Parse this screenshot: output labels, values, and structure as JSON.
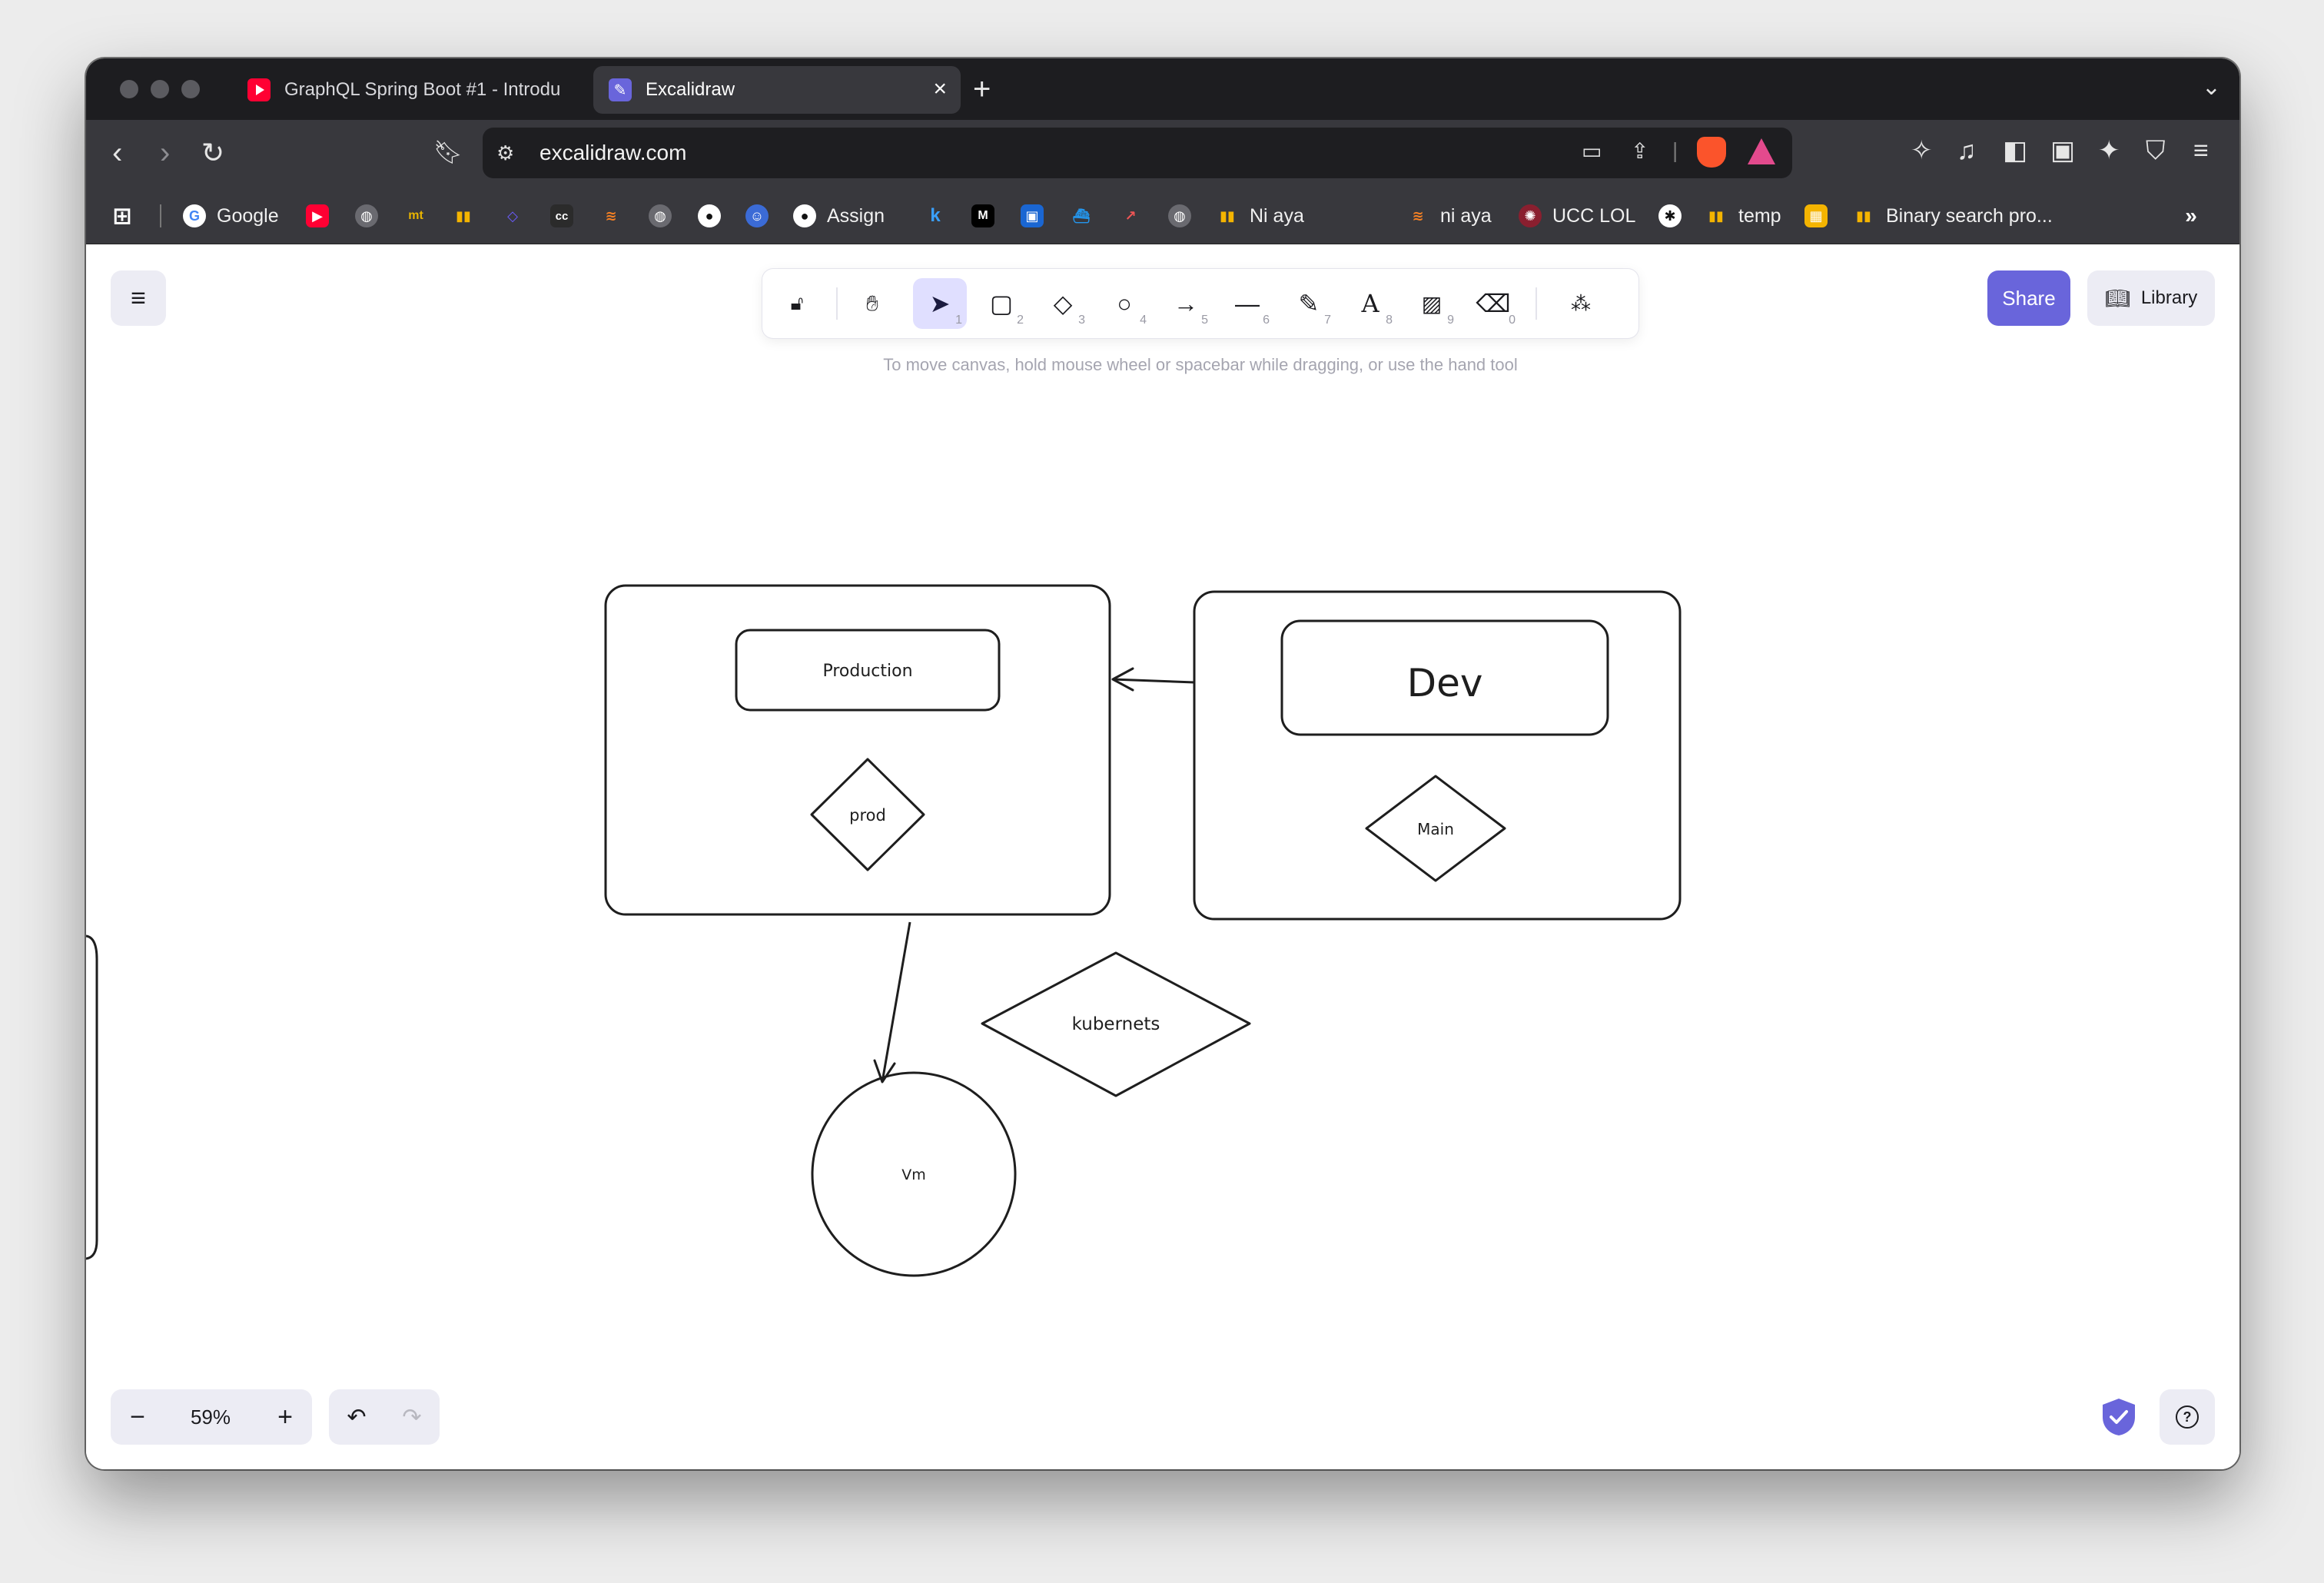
{
  "browser": {
    "tabs": [
      {
        "title": "GraphQL Spring Boot #1 - Introdu",
        "active": false,
        "favicon": "youtube-icon"
      },
      {
        "title": "Excalidraw",
        "active": true,
        "favicon": "excalidraw-icon"
      }
    ],
    "url": "excalidraw.com",
    "bookmarks": [
      {
        "label": "Google"
      },
      {
        "label": "Assign"
      },
      {
        "label": "Ni aya"
      },
      {
        "label": "ni aya"
      },
      {
        "label": "UCC LOL"
      },
      {
        "label": "temp"
      },
      {
        "label": "Binary search pro..."
      }
    ]
  },
  "app": {
    "share_label": "Share",
    "library_label": "Library",
    "hint": "To move canvas, hold mouse wheel or spacebar while dragging, or use the hand tool",
    "zoom": "59%",
    "tools": [
      {
        "name": "lock",
        "key": ""
      },
      {
        "name": "hand",
        "key": ""
      },
      {
        "name": "selection",
        "key": "1"
      },
      {
        "name": "rectangle",
        "key": "2"
      },
      {
        "name": "diamond",
        "key": "3"
      },
      {
        "name": "ellipse",
        "key": "4"
      },
      {
        "name": "arrow",
        "key": "5"
      },
      {
        "name": "line",
        "key": "6"
      },
      {
        "name": "draw",
        "key": "7"
      },
      {
        "name": "text",
        "key": "8"
      },
      {
        "name": "image",
        "key": "9"
      },
      {
        "name": "eraser",
        "key": "0"
      },
      {
        "name": "extra-tools",
        "key": ""
      }
    ],
    "colors": {
      "accent": "#6965db",
      "selected_tool": "#e0dfff",
      "island": "#ececf4"
    }
  },
  "drawing": {
    "production_label": "Production",
    "prod_label": "prod",
    "dev_label": "Dev",
    "main_label": "Main",
    "kubernets_label": "kubernets",
    "vm_label": "Vm"
  }
}
